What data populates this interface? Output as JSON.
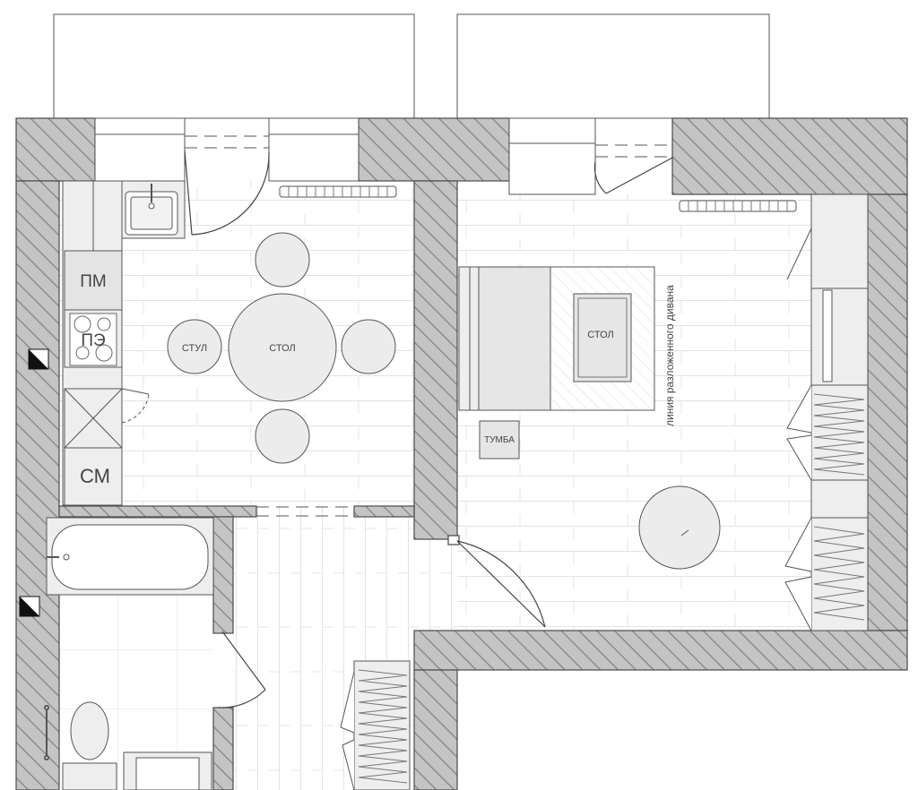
{
  "labels": {
    "fridge": "ПМ",
    "stove": "ПЭ",
    "washer": "СМ",
    "chair": "СТУЛ",
    "dining_table": "СТОЛ",
    "coffee_table": "СТОЛ",
    "nightstand": "ТУМБА",
    "sofa_line": "линия разложенного дивана"
  },
  "colors": {
    "wall_hatch": "#9a9a9a",
    "wall_fill": "#c9c9c9",
    "furniture": "#ececec",
    "line": "#3a3a3a"
  }
}
